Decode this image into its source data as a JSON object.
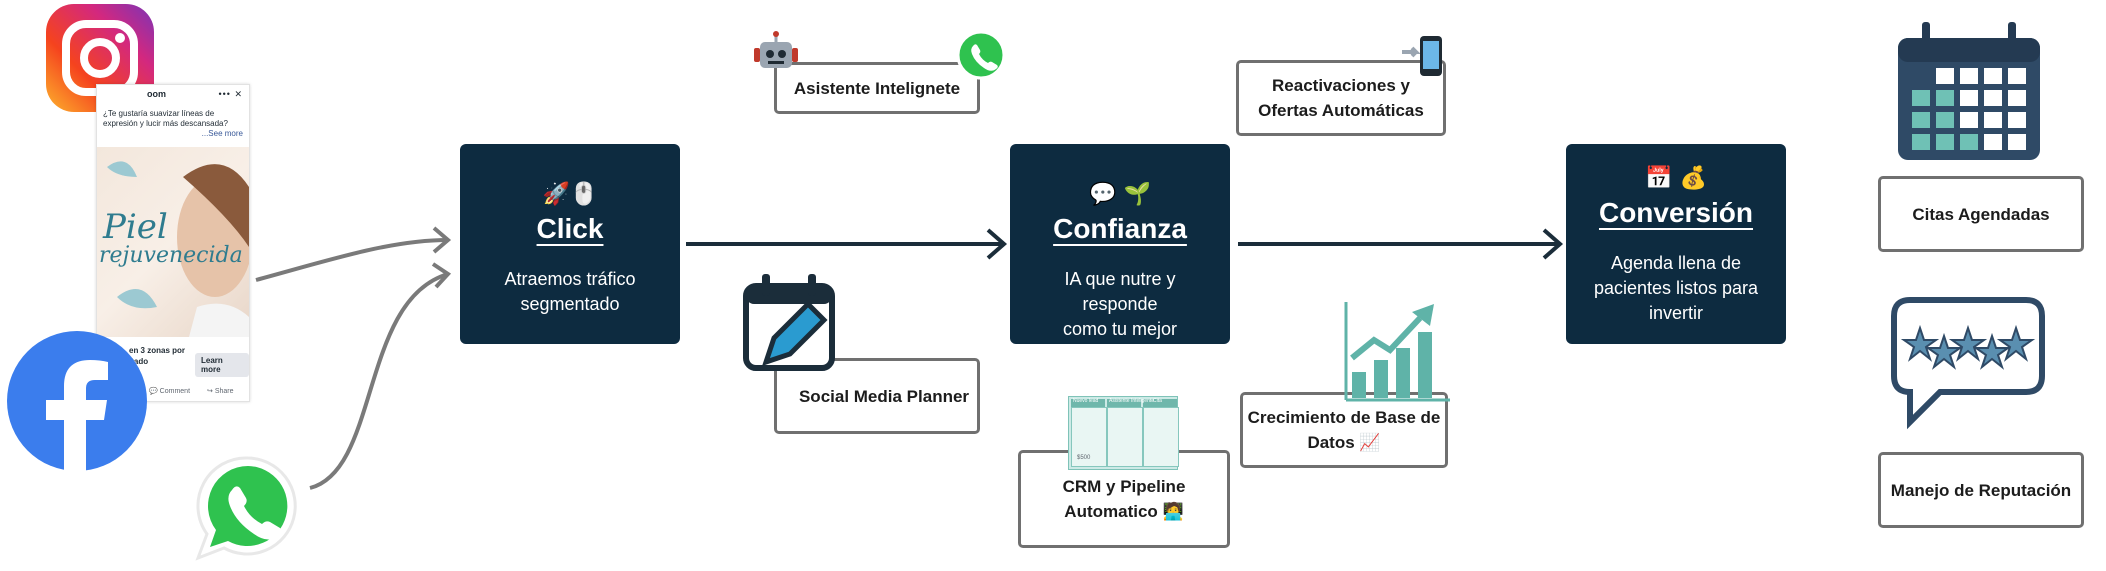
{
  "cards": {
    "click": {
      "emoji": "🚀🖱️",
      "title": "Click",
      "desc_1": "Atraemos tráfico",
      "desc_2": "segmentado"
    },
    "confianza": {
      "emoji": "💬 🌱",
      "title": "Confianza",
      "desc_1": "IA que nutre y responde",
      "desc_2": "como tu mejor asistente."
    },
    "conversion": {
      "emoji": "📅 💰",
      "title": "Conversión",
      "desc_1": "Agenda llena de",
      "desc_2": "pacientes listos para",
      "desc_3": "invertir"
    }
  },
  "boxes": {
    "asistente": "Asistente Intelignete",
    "social": "Social Media Planner",
    "crm_1": "CRM y Pipeline",
    "crm_2": "Automatico 🧑‍💻",
    "reactivaciones_1": "Reactivaciones y",
    "reactivaciones_2": "Ofertas Automáticas",
    "crecimiento_1": "Crecimiento de Base de",
    "crecimiento_2": "Datos 📈",
    "citas": "Citas Agendadas",
    "reputacion": "Manejo de Reputación"
  },
  "ad": {
    "page": "oom",
    "question": "¿Te gustaría suavizar líneas de expresión y lucir más descansada?",
    "see_more": "...See more",
    "image_text_1": "Piel",
    "image_text_2": "rejuvenecida",
    "footer_1": "en 3 zonas por",
    "footer_2": "itado",
    "learn_more": "Learn more",
    "comment": "Comment",
    "share": "Share"
  },
  "crm_mini": {
    "col1": "Nuevo lead",
    "col2": "Asistente Inteligente",
    "col3": "Cita",
    "amount": "$500"
  },
  "colors": {
    "card_bg": "#0d2b40",
    "arrow": "#1b2d3a",
    "curve": "#7a7a7a",
    "box_border": "#707070",
    "teal": "#5fb3a8"
  }
}
